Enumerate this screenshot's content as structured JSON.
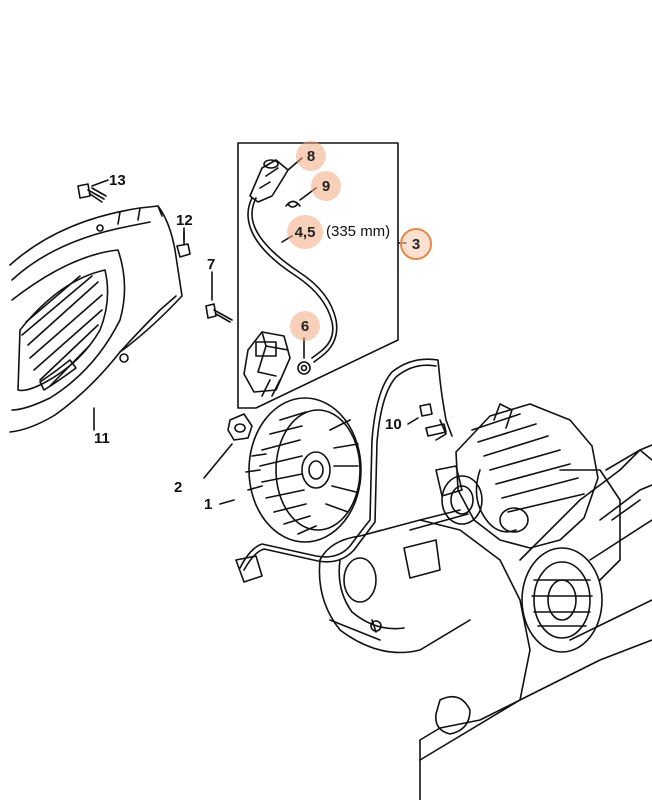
{
  "callouts": {
    "c1": "1",
    "c2": "2",
    "c3": "3",
    "c45": "4,5",
    "c6": "6",
    "c7": "7",
    "c8": "8",
    "c9": "9",
    "c10": "10",
    "c11": "11",
    "c12": "12",
    "c13": "13"
  },
  "dimension_text": "(335 mm)",
  "colors": {
    "highlight_fill": "#f2aa82",
    "highlight_ring": "#e8894a",
    "line": "#111111"
  }
}
